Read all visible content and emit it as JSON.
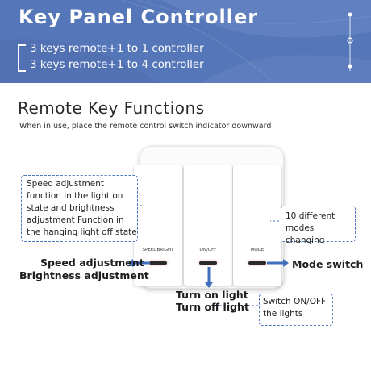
{
  "header": {
    "title": "Key Panel Controller",
    "line1": "3 keys remote+1 to 1 controller",
    "line2": "3 keys remote+1 to 4 controller"
  },
  "section": {
    "title": "Remote Key Functions",
    "subtitle": "When in use, place the remote control switch indicator downward"
  },
  "keys": [
    {
      "label": "SPEEDBRIGHT"
    },
    {
      "label": "ON/OFF"
    },
    {
      "label": "MODE"
    }
  ],
  "callouts": {
    "speed": "Speed adjustment function in the light on state and brightness adjustment Function in the hanging light off state",
    "mode": "10 different modes changing",
    "switch": "Switch ON/OFF the lights"
  },
  "labels": {
    "speed_adjustment": "Speed adjustment",
    "brightness_adjustment": "Brightness adjustment",
    "mode_switch": "Mode switch",
    "turn_on": "Turn on light",
    "turn_off": "Turn off light"
  },
  "colors": {
    "header_bg": "#5576b8",
    "callout_border": "#4a78c0",
    "arrow": "#3f6fbd"
  }
}
